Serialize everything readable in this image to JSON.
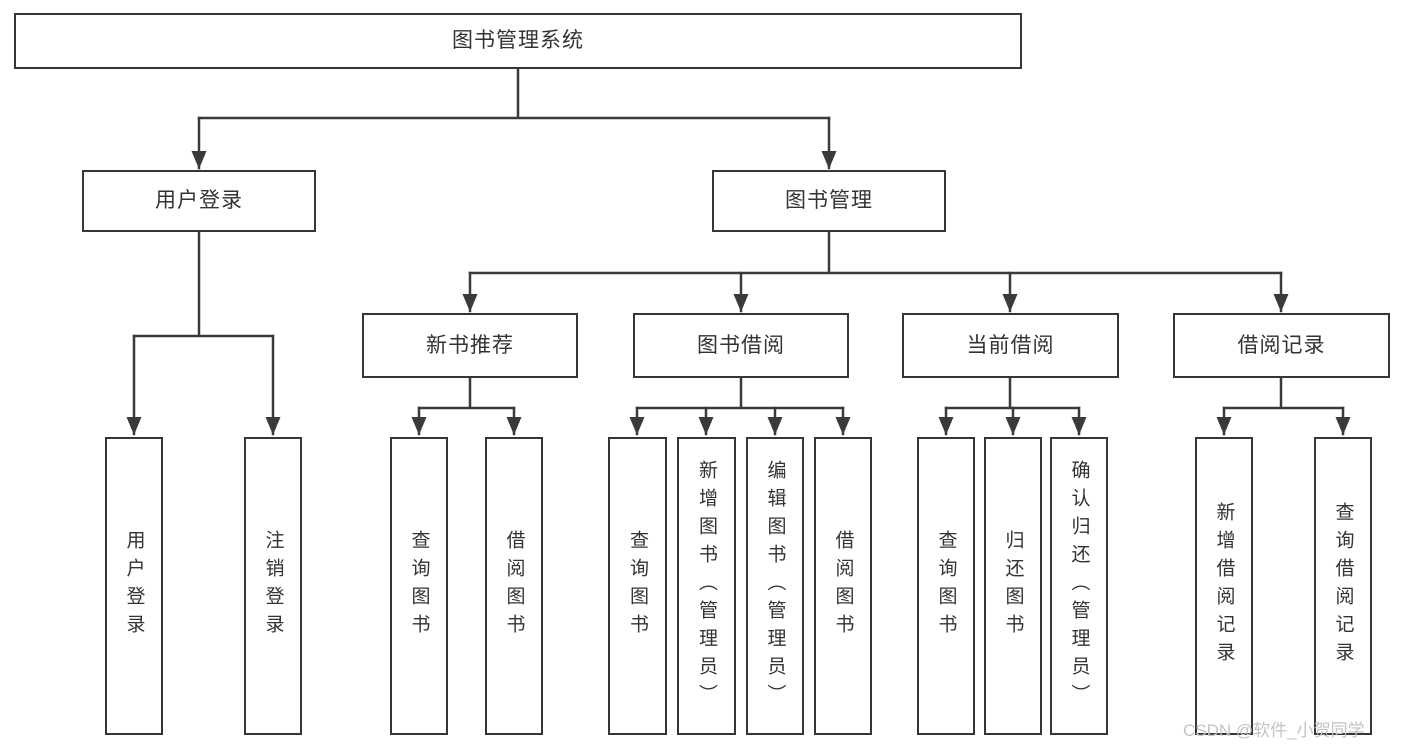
{
  "diagram_type": "feature-tree",
  "tree": {
    "label": "图书管理系统",
    "children": [
      {
        "label": "用户登录",
        "children": [
          {
            "label": "用户登录"
          },
          {
            "label": "注销登录"
          }
        ]
      },
      {
        "label": "图书管理",
        "children": [
          {
            "label": "新书推荐",
            "children": [
              {
                "label": "查询图书"
              },
              {
                "label": "借阅图书"
              }
            ]
          },
          {
            "label": "图书借阅",
            "children": [
              {
                "label": "查询图书"
              },
              {
                "label": "新增图书（管理员）"
              },
              {
                "label": "编辑图书（管理员）"
              },
              {
                "label": "借阅图书"
              }
            ]
          },
          {
            "label": "当前借阅",
            "children": [
              {
                "label": "查询图书"
              },
              {
                "label": "归还图书"
              },
              {
                "label": "确认归还（管理员）"
              }
            ]
          },
          {
            "label": "借阅记录",
            "children": [
              {
                "label": "新增借阅记录"
              },
              {
                "label": "查询借阅记录"
              }
            ]
          }
        ]
      }
    ]
  },
  "watermark": "CSDN @软件_小贺同学",
  "colors": {
    "line": "#3a3a3a",
    "box_border": "#363636",
    "text": "#333333",
    "watermark": "#c3c3c3",
    "background": "#ffffff"
  }
}
